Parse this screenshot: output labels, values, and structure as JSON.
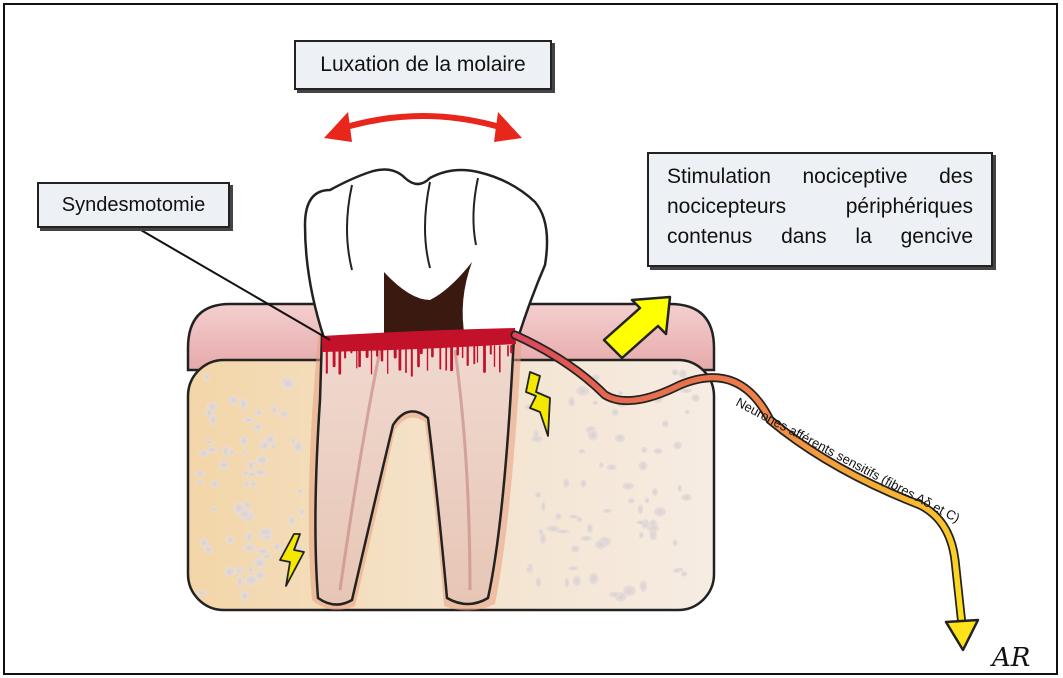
{
  "labels": {
    "luxation": "Luxation de la molaire",
    "syndesmotomie": "Syndesmotomie",
    "stimulation_lines": [
      "Stimulation nociceptive des",
      "nocicepteurs périphériques",
      "contenus dans la gencive"
    ],
    "neurones": "Neurones afférents sensitifs (fibres Aδ et C)",
    "signature": "AR"
  },
  "colors": {
    "movement_arrow": "#e8261c",
    "stimulation_arrow": "#ffff00",
    "gum": "#e8b4b4",
    "bone": "#f1d9b4",
    "blood": "#c4112a",
    "caries": "#3a1a10",
    "lightning": "#f5e800"
  },
  "icons": [
    "double-headed-arrow-icon",
    "lightning-icon",
    "arrow-icon"
  ]
}
